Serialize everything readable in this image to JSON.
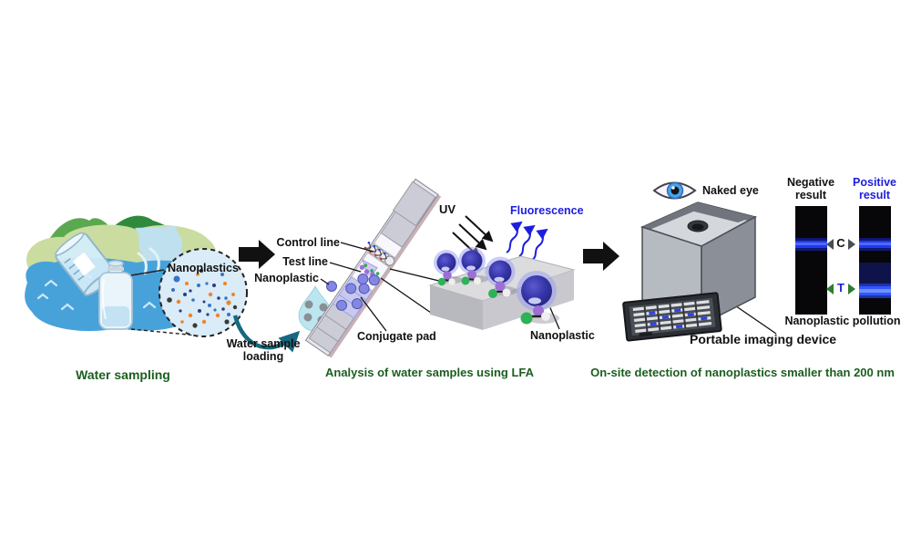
{
  "colors": {
    "caption-green": "#1b5e20",
    "accent-blue": "#1d1de0",
    "label-black": "#111111",
    "arrow-teal": "#16697e",
    "band-blue": "#2337f2"
  },
  "water_sampling": {
    "caption": "Water sampling",
    "magnifier_label": "Nanoplastics",
    "loading_label": "Water sample loading"
  },
  "lfa": {
    "caption": "Analysis of water samples using LFA",
    "labels": {
      "control_line": "Control line",
      "test_line": "Test line",
      "nanoplastic": "Nanoplastic",
      "conjugate_pad": "Conjugate pad"
    },
    "uv_label": "UV",
    "fluorescence_label": "Fluorescence",
    "nanoplastic_sphere_label": "Nanoplastic"
  },
  "detection": {
    "caption": "On-site detection of nanoplastics smaller than 200 nm",
    "naked_eye_label": "Naked eye",
    "device_label": "Portable imaging device",
    "results": {
      "negative_title": "Negative result",
      "positive_title": "Positive result",
      "control_marker": "C",
      "test_marker": "T",
      "pollution_label": "Nanoplastic pollution"
    }
  }
}
